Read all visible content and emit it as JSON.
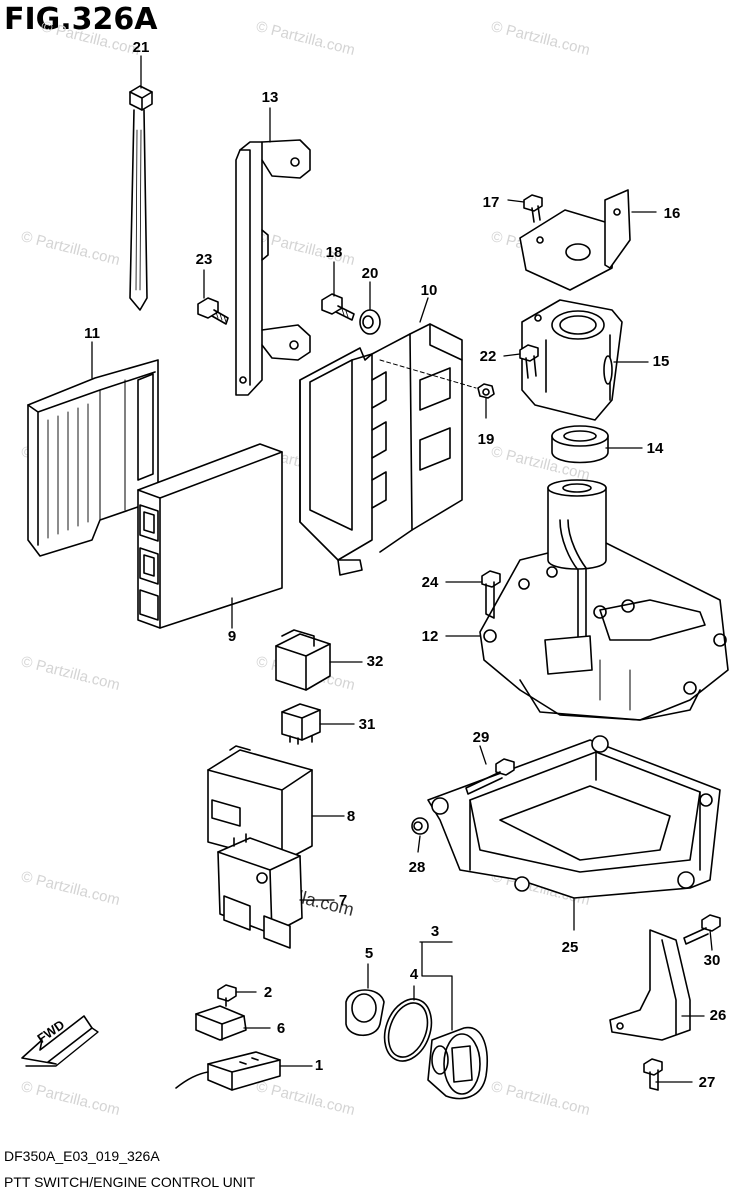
{
  "figure": {
    "title": "FIG.326A",
    "code": "DF350A_E03_019_326A",
    "caption": "PTT SWITCH/ENGINE CONTROL UNIT",
    "watermark": "© Partzilla.com",
    "watermark_inline": "partzilla.com",
    "fwd_label": "FWD"
  },
  "callouts": [
    {
      "id": "c1",
      "label": "1"
    },
    {
      "id": "c2",
      "label": "2"
    },
    {
      "id": "c3",
      "label": "3"
    },
    {
      "id": "c4",
      "label": "4"
    },
    {
      "id": "c5",
      "label": "5"
    },
    {
      "id": "c6",
      "label": "6"
    },
    {
      "id": "c7",
      "label": "7"
    },
    {
      "id": "c8",
      "label": "8"
    },
    {
      "id": "c9",
      "label": "9"
    },
    {
      "id": "c10",
      "label": "10"
    },
    {
      "id": "c11",
      "label": "11"
    },
    {
      "id": "c12",
      "label": "12"
    },
    {
      "id": "c13",
      "label": "13"
    },
    {
      "id": "c14",
      "label": "14"
    },
    {
      "id": "c15",
      "label": "15"
    },
    {
      "id": "c16",
      "label": "16"
    },
    {
      "id": "c17",
      "label": "17"
    },
    {
      "id": "c18",
      "label": "18"
    },
    {
      "id": "c19",
      "label": "19"
    },
    {
      "id": "c20",
      "label": "20"
    },
    {
      "id": "c21",
      "label": "21"
    },
    {
      "id": "c22",
      "label": "22"
    },
    {
      "id": "c23",
      "label": "23"
    },
    {
      "id": "c24",
      "label": "24"
    },
    {
      "id": "c25",
      "label": "25"
    },
    {
      "id": "c26",
      "label": "26"
    },
    {
      "id": "c27",
      "label": "27"
    },
    {
      "id": "c28",
      "label": "28"
    },
    {
      "id": "c29",
      "label": "29"
    },
    {
      "id": "c30",
      "label": "30"
    },
    {
      "id": "c31",
      "label": "31"
    },
    {
      "id": "c32",
      "label": "32"
    }
  ]
}
